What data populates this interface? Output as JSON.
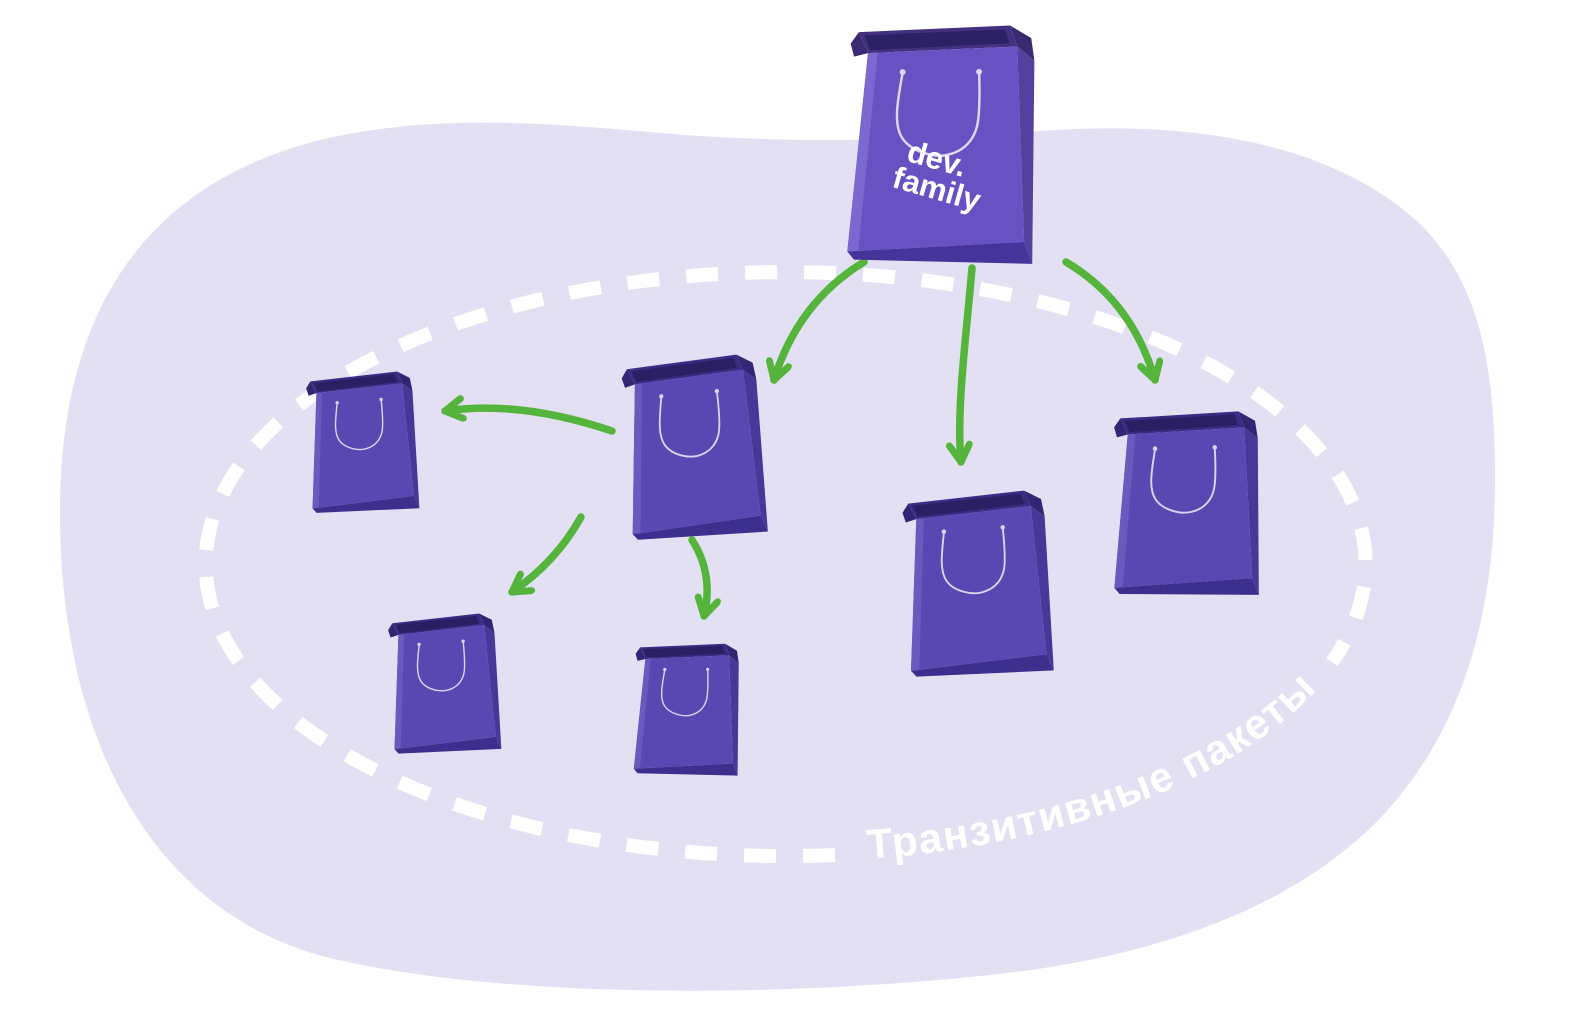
{
  "diagram": {
    "type": "package-dependency-illustration",
    "boundary": {
      "label": "Транзитивные пакеты",
      "style": "dashed-ellipse",
      "color": "#ffffff"
    },
    "root_package": {
      "logo_line1": "dev.",
      "logo_line2": "family"
    },
    "packages": [
      {
        "id": "root",
        "icon": "shopping-bag",
        "note": "dev.family root package"
      },
      {
        "id": "dep-left",
        "icon": "shopping-bag"
      },
      {
        "id": "dep-center-right",
        "icon": "shopping-bag"
      },
      {
        "id": "dep-right",
        "icon": "shopping-bag"
      },
      {
        "id": "transitive-small-left",
        "icon": "shopping-bag"
      },
      {
        "id": "transitive-bottom-left",
        "icon": "shopping-bag"
      },
      {
        "id": "transitive-bottom-center",
        "icon": "shopping-bag"
      }
    ],
    "edges": [
      {
        "from": "root",
        "to": "dep-left"
      },
      {
        "from": "root",
        "to": "dep-center-right"
      },
      {
        "from": "root",
        "to": "dep-right"
      },
      {
        "from": "dep-left",
        "to": "transitive-small-left"
      },
      {
        "from": "dep-left",
        "to": "transitive-bottom-left"
      },
      {
        "from": "dep-left",
        "to": "transitive-bottom-center"
      }
    ],
    "colors": {
      "page_background": "#ffffff",
      "blob_background": "#e4e0f3",
      "dashed_line": "#ffffff",
      "arrow_green": "#55b43b",
      "bag_purple": "#5a48b2",
      "bag_purple_main": "#6852c3",
      "bag_side_dark": "#483798",
      "bag_flap_dark": "#3a2b84",
      "label_text": "#ffffff",
      "logo_text": "#ffffff"
    }
  }
}
